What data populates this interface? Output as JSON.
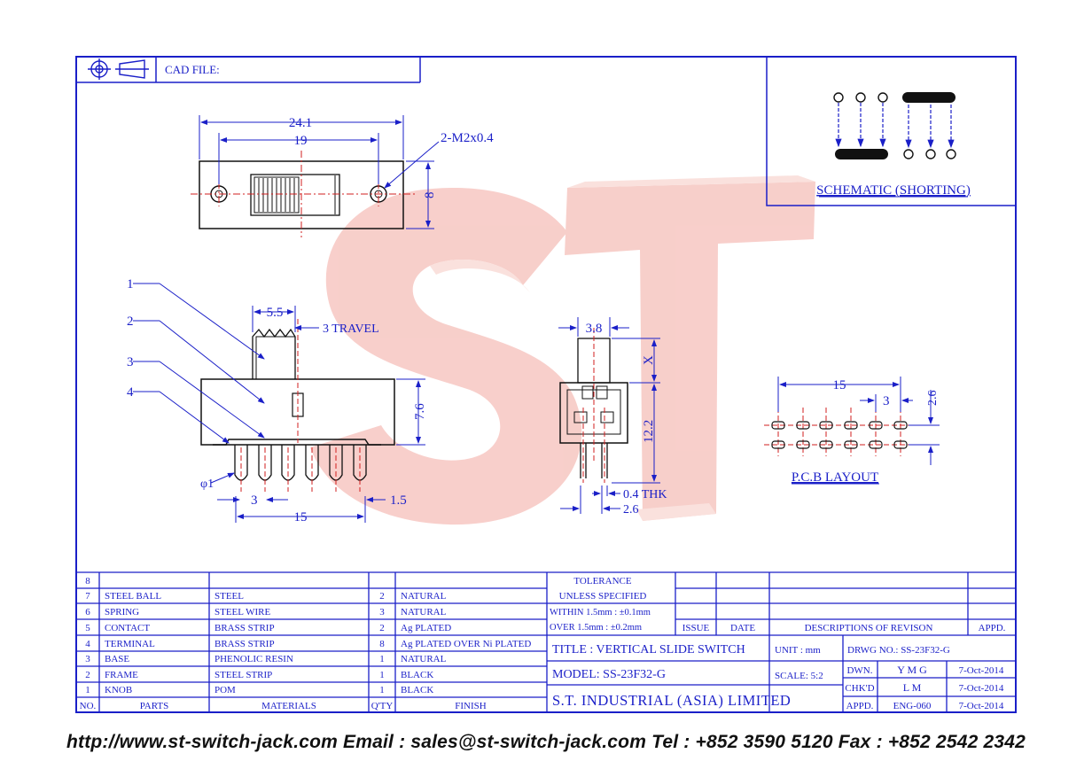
{
  "header": {
    "cad_label": "CAD FILE:"
  },
  "watermark": {
    "text": "ST"
  },
  "schematic": {
    "caption": "SCHEMATIC (SHORTING)"
  },
  "top_view": {
    "dim_overall": "24.1",
    "dim_holes": "19",
    "dim_height": "8",
    "hole_callout": "2-M2x0.4"
  },
  "side_view": {
    "callouts": [
      "1",
      "2",
      "3",
      "4"
    ],
    "dim_knob": "5.5",
    "dim_travel": "3 TRAVEL",
    "dim_height": "7.6",
    "dim_pin": "φ1",
    "dim_pitch": "3",
    "dim_span": "15",
    "dim_pin_offset": "1.5"
  },
  "end_view": {
    "dim_width": "3.8",
    "dim_x": "X",
    "dim_height": "12.2",
    "dim_thk": "0.4 THK",
    "dim_pin": "2.6"
  },
  "pcb": {
    "dim_span": "15",
    "dim_pitch": "3",
    "dim_row": "2.6",
    "caption": "P.C.B LAYOUT"
  },
  "bom": [
    {
      "no": "8",
      "part": "",
      "material": "",
      "qty": "",
      "finish": ""
    },
    {
      "no": "7",
      "part": "STEEL BALL",
      "material": "STEEL",
      "qty": "2",
      "finish": "NATURAL"
    },
    {
      "no": "6",
      "part": "SPRING",
      "material": "STEEL WIRE",
      "qty": "3",
      "finish": "NATURAL"
    },
    {
      "no": "5",
      "part": "CONTACT",
      "material": "BRASS STRIP",
      "qty": "2",
      "finish": "Ag PLATED"
    },
    {
      "no": "4",
      "part": "TERMINAL",
      "material": "BRASS STRIP",
      "qty": "8",
      "finish": "Ag PLATED OVER Ni PLATED"
    },
    {
      "no": "3",
      "part": "BASE",
      "material": "PHENOLIC RESIN",
      "qty": "1",
      "finish": "NATURAL"
    },
    {
      "no": "2",
      "part": "FRAME",
      "material": "STEEL STRIP",
      "qty": "1",
      "finish": "BLACK"
    },
    {
      "no": "1",
      "part": "KNOB",
      "material": "POM",
      "qty": "1",
      "finish": "BLACK"
    }
  ],
  "bom_headers": {
    "no": "NO.",
    "part": "PARTS",
    "material": "MATERIALS",
    "qty": "Q'TY",
    "finish": "FINISH"
  },
  "tolerance": {
    "title": "TOLERANCE",
    "subtitle": "UNLESS   SPECIFIED",
    "within": "WITHIN  1.5mm : ±0.1mm",
    "over": "OVER    1.5mm : ±0.2mm"
  },
  "revision": {
    "issue": "ISSUE",
    "date": "DATE",
    "desc": "DESCRIPTIONS  OF  REVISON",
    "appd": "APPD."
  },
  "title_block": {
    "title": "TITLE : VERTICAL SLIDE SWITCH",
    "unit": "UNIT :   mm",
    "drwg": "DRWG NO.: SS-23F32-G",
    "model": "MODEL: SS-23F32-G",
    "scale": "SCALE:   5:2",
    "company": "S.T.  INDUSTRIAL  (ASIA)  LIMITED",
    "dwn_label": "DWN.",
    "dwn_value": "Y M G",
    "dwn_date": "7-Oct-2014",
    "chk_label": "CHK'D",
    "chk_value": "L M",
    "chk_date": "7-Oct-2014",
    "appd_label": "APPD.",
    "appd_value": "ENG-060",
    "appd_date": "7-Oct-2014"
  },
  "footer": {
    "text": "http://www.st-switch-jack.com  Email : sales@st-switch-jack.com  Tel : +852 3590 5120  Fax : +852 2542 2342"
  }
}
